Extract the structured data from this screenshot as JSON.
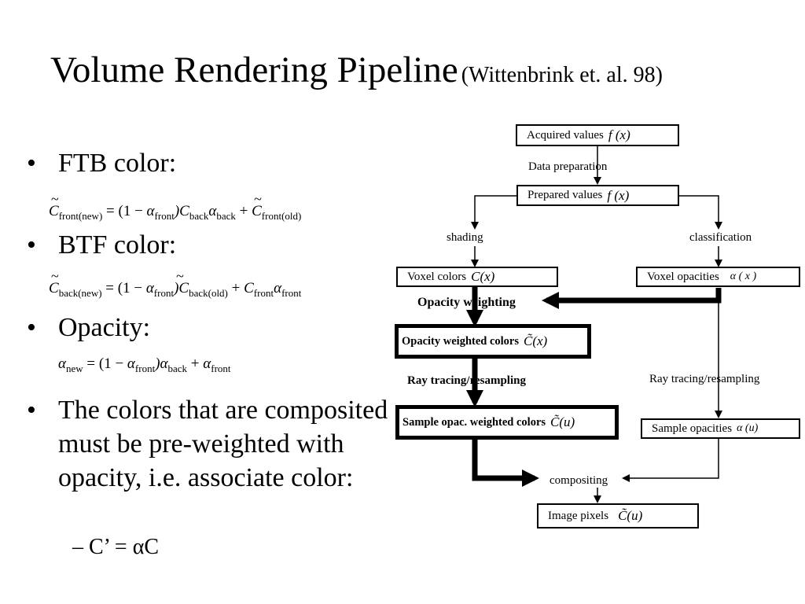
{
  "slide": {
    "title": "Volume Rendering Pipeline",
    "subtitle": "(Wittenbrink et. al. 98)"
  },
  "bullets": [
    {
      "marker": "•",
      "text": "FTB color:"
    },
    {
      "marker": "•",
      "text": "BTF color:"
    },
    {
      "marker": "•",
      "text": "Opacity:"
    },
    {
      "marker": "•",
      "text": "The colors that are composited must be pre-weighted with opacity, i.e. associate color:"
    }
  ],
  "sub_bullet": {
    "marker": "–",
    "text": "C’ = αC"
  },
  "formulas": {
    "ftb": {
      "lhs": "C",
      "lhs_sub": "front(new)",
      "eq": "= (1 −",
      "a1": "α",
      "a1_sub": "front",
      "c2": ")C",
      "c2_sub": "back",
      "a2": "α",
      "a2_sub": "back",
      "plus": "+",
      "c3": "C",
      "c3_sub": "front(old)"
    },
    "btf": {
      "lhs": "C",
      "lhs_sub": "back(new)",
      "eq": "= (1 −",
      "a1": "α",
      "a1_sub": "front",
      "c2": ")C",
      "c2_sub": "back(old)",
      "plus": "+",
      "c3": "C",
      "c3_sub": "front",
      "a3": "α",
      "a3_sub": "front"
    },
    "opacity": {
      "lhs": "α",
      "lhs_sub": "new",
      "eq": "= (1 −",
      "a1": "α",
      "a1_sub": "front",
      "a2": ")α",
      "a2_sub": "back",
      "plus": "+",
      "a3": "α",
      "a3_sub": "front"
    }
  },
  "diagram": {
    "nodes": {
      "acquired": {
        "label": "Acquired values",
        "math": "f (x)"
      },
      "prepared": {
        "label": "Prepared values",
        "math": "f (x)"
      },
      "voxel_colors": {
        "label": "Voxel colors",
        "math": "C(x)"
      },
      "voxel_opacities": {
        "label": "Voxel opacities",
        "math": "α ( x )"
      },
      "opacity_weighted": {
        "label": "Opacity weighted colors",
        "math": "C̃(x)"
      },
      "sample_weighted": {
        "label": "Sample opac. weighted colors",
        "math": "C̃(u)"
      },
      "sample_opacities": {
        "label": "Sample opacities",
        "math": "α (u)"
      },
      "image_pixels": {
        "label": "Image pixels",
        "math": "C̃(u)"
      }
    },
    "edge_labels": {
      "data_preparation": "Data preparation",
      "shading": "shading",
      "classification": "classification",
      "opacity_weighting": "Opacity weighting",
      "ray_tracing_left": "Ray tracing/resampling",
      "ray_tracing_right": "Ray tracing/resampling",
      "compositing": "compositing"
    }
  }
}
